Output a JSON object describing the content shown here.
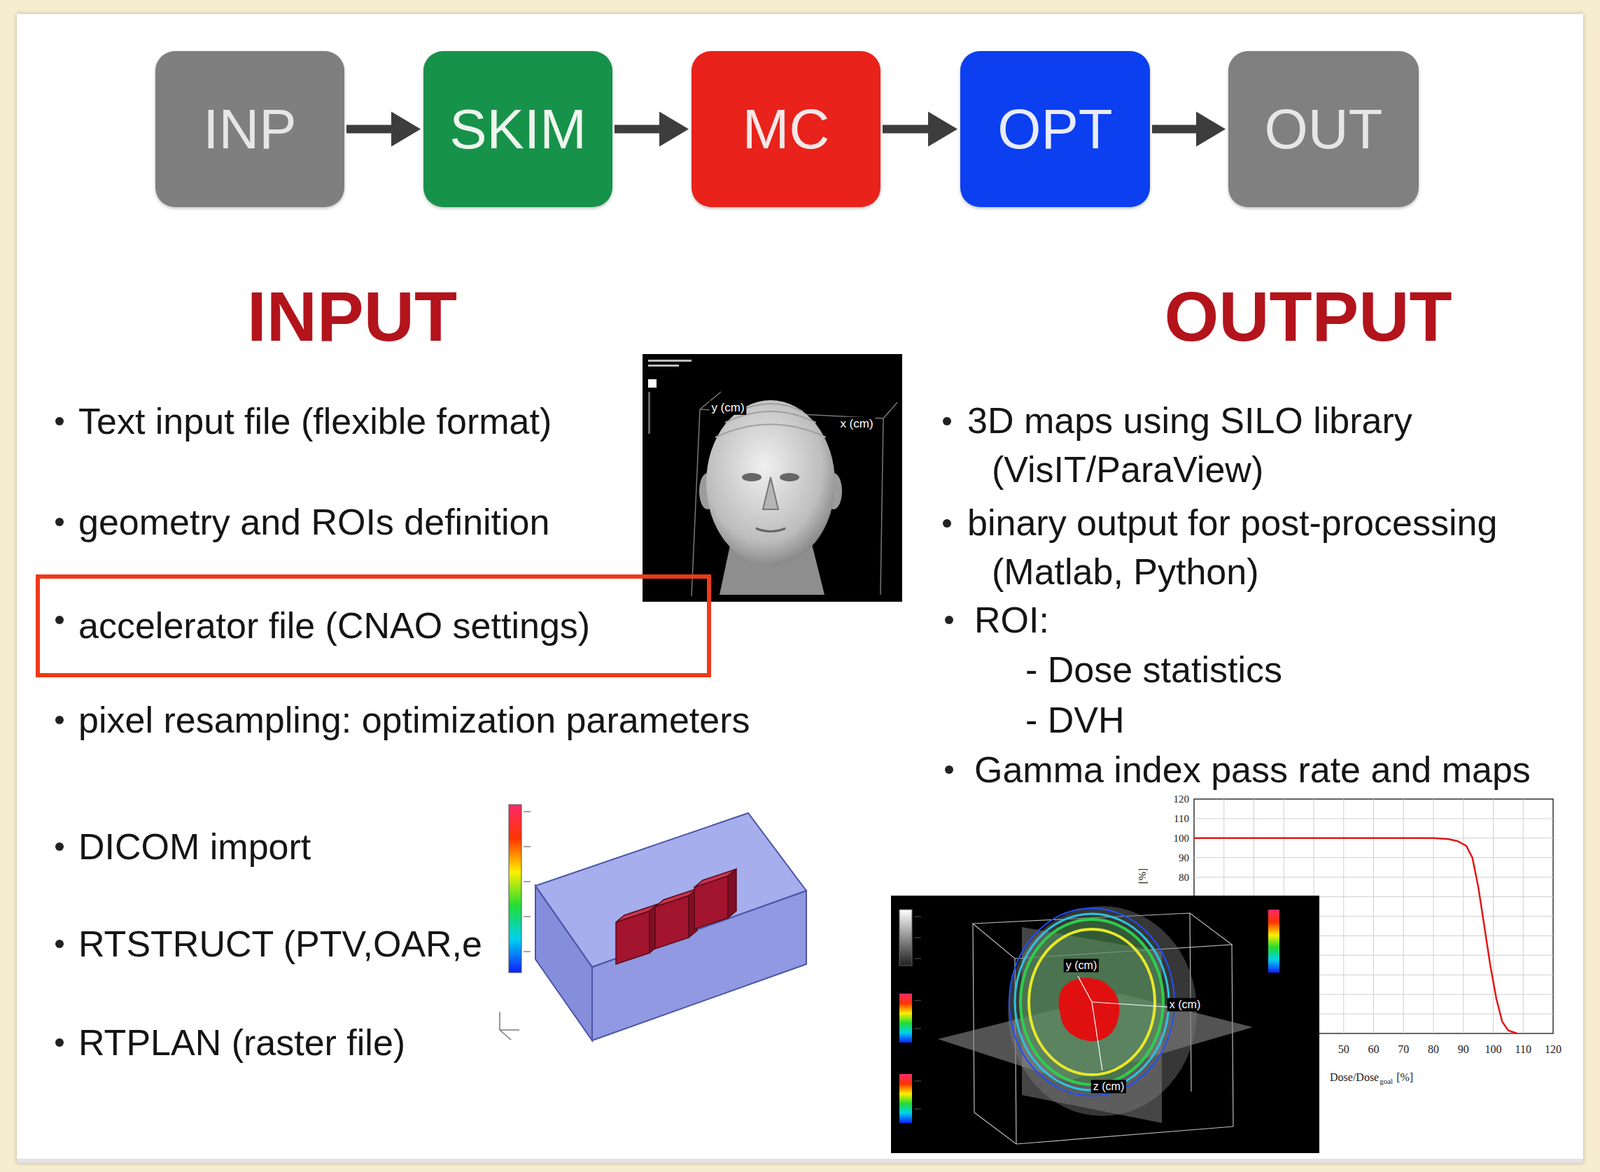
{
  "diagram": {
    "nodes": [
      {
        "text": [
          "INP"
        ]
      },
      {
        "text": [
          "SKIM"
        ]
      },
      {
        "text": [
          "MC"
        ]
      },
      {
        "text": [
          "OPT"
        ]
      },
      {
        "text": [
          "OUT"
        ]
      },
      {
        "text": [
          "accelerator file (CNAO settings)"
        ]
      }
    ],
    "edges": [
      {
        "from": 0,
        "to": 1,
        "arrow": "to"
      },
      {
        "from": 1,
        "to": 2,
        "arrow": "to"
      },
      {
        "from": 2,
        "to": 3,
        "arrow": "to"
      },
      {
        "from": 3,
        "to": 4,
        "arrow": "to"
      }
    ],
    "labels": [
      "INPUT",
      "OUTPUT",
      "Text input file (flexible format)",
      "geometry and ROIs definition",
      "pixel resampling: optimization parameters",
      "DICOM import",
      "RTSTRUCT (PTV,OAR,e",
      "RTPLAN (raster file)",
      "3D maps using SILO library (VisIT/ParaView)",
      "binary output for post-processing (Matlab, Python)",
      "ROI:",
      "- Dose statistics",
      "- DVH",
      "Gamma index pass rate and maps",
      "y (cm)",
      "x (cm)",
      "50",
      "60",
      "70",
      "80",
      "90",
      "100",
      "110",
      "120",
      "120",
      "110",
      "100",
      "90",
      "80",
      "Dose/Dose",
      "goal",
      "[%]",
      "[%]",
      "x (cm)",
      "y (cm)",
      "z (cm)"
    ]
  }
}
